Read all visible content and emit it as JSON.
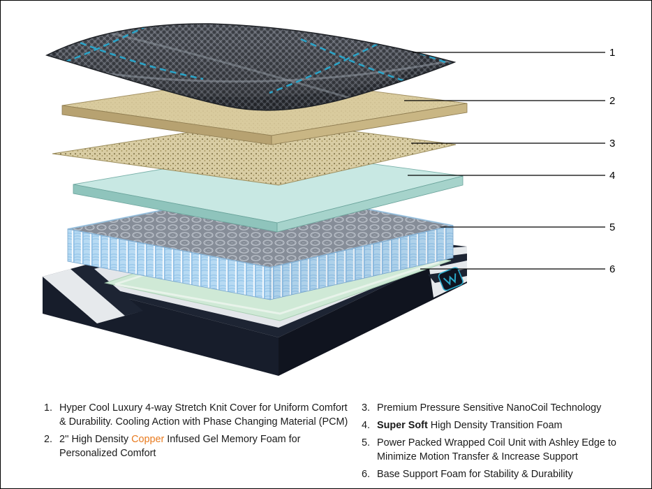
{
  "figure": {
    "description": "Exploded view diagram of mattress construction layers"
  },
  "callouts": [
    {
      "label": "1"
    },
    {
      "label": "2"
    },
    {
      "label": "3"
    },
    {
      "label": "4"
    },
    {
      "label": "5"
    },
    {
      "label": "6"
    }
  ],
  "legend": {
    "items": [
      {
        "number": "1.",
        "text": "Hyper Cool Luxury 4-way Stretch Knit Cover for Uniform Comfort & Durability. Cooling Action with Phase Changing Material (PCM)"
      },
      {
        "number": "2.",
        "text_before": "2'' High Density ",
        "highlight": "Copper",
        "text_after": " Infused Gel Memory Foam for Personalized Comfort"
      },
      {
        "number": "3.",
        "text": "Premium Pressure Sensitive NanoCoil Technology"
      },
      {
        "number": "4.",
        "bold": "Super Soft",
        "text_after": " High Density Transition Foam"
      },
      {
        "number": "5.",
        "text": "Power Packed Wrapped Coil Unit with Ashley Edge to Minimize Motion Transfer & Increase Support"
      },
      {
        "number": "6.",
        "text": "Base Support Foam for Stability & Durability"
      }
    ]
  },
  "colors": {
    "copper_highlight": "#e87a1e",
    "accent_teal": "#29a8cd",
    "coil_blue": "#b7daf3",
    "base_navy": "#1d2433",
    "foam_tan": "#d9cb9e",
    "foam_teal": "#c8e8e3",
    "base_green": "#cfe9d6",
    "callout_line": "#000000"
  }
}
